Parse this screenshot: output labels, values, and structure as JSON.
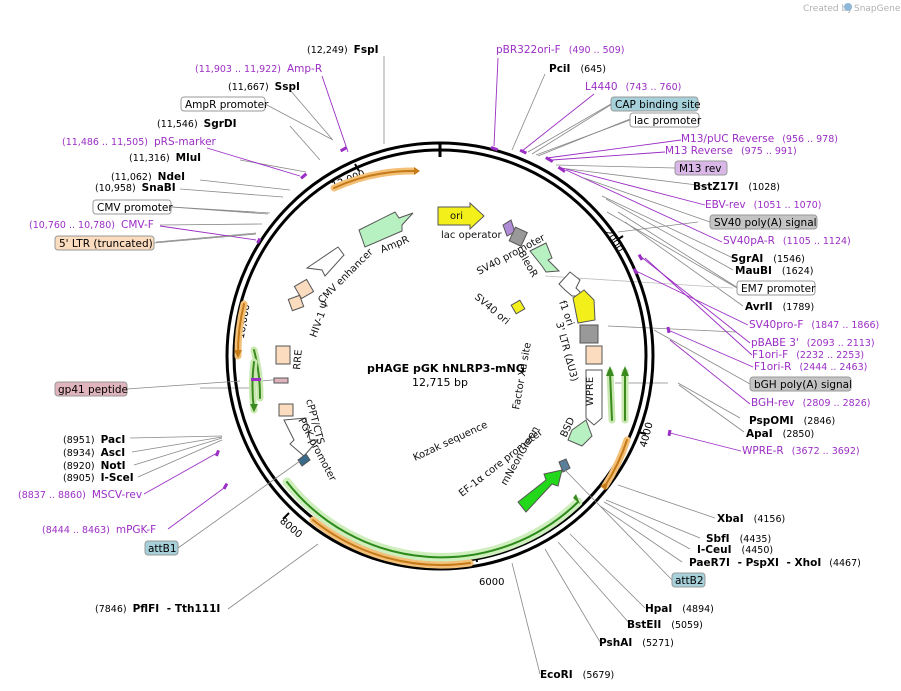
{
  "credit": {
    "created_by": "Created by",
    "brand": "SnapGene",
    "logo_icon": "snapgene-logo-icon"
  },
  "plasmid": {
    "name": "pHAGE pGK hNLRP3-mNG",
    "length_label": "12,715 bp",
    "length": 12715
  },
  "colors": {
    "backbone": "#000000",
    "primer": "#9b2ec4",
    "enzyme_line": "#777777"
  },
  "ticks": [
    {
      "label": "2000",
      "bp": 2000
    },
    {
      "label": "4000",
      "bp": 4000
    },
    {
      "label": "6000",
      "bp": 6000
    },
    {
      "label": "8000",
      "bp": 8000
    },
    {
      "label": "10,000",
      "bp": 10000
    },
    {
      "label": "12,000",
      "bp": 12000
    }
  ],
  "enzymes": [
    {
      "name": "FspI",
      "pos": "(12,249)"
    },
    {
      "name": "SspI",
      "pos": "(11,667)"
    },
    {
      "name": "SgrDI",
      "pos": "(11,546)"
    },
    {
      "name": "MluI",
      "pos": "(11,316)"
    },
    {
      "name": "NdeI",
      "pos": "(11,062)"
    },
    {
      "name": "SnaBI",
      "pos": "(10,958)"
    },
    {
      "name": "PciI",
      "pos": "(645)"
    },
    {
      "name": "BstZ17I",
      "pos": "(1028)"
    },
    {
      "name": "SgrAI",
      "pos": "(1546)"
    },
    {
      "name": "MauBI",
      "pos": "(1624)"
    },
    {
      "name": "AvrII",
      "pos": "(1789)"
    },
    {
      "name": "PspOMI",
      "pos": "(2846)"
    },
    {
      "name": "ApaI",
      "pos": "(2850)"
    },
    {
      "name": "XbaI",
      "pos": "(4156)"
    },
    {
      "name": "SbfI",
      "pos": "(4435)"
    },
    {
      "name": "I-CeuI",
      "pos": "(4450)"
    },
    {
      "name": "PaeR7I",
      "name2": "PspXI",
      "name3": "XhoI",
      "pos": "(4467)"
    },
    {
      "name": "HpaI",
      "pos": "(4894)"
    },
    {
      "name": "BstEII",
      "pos": "(5059)"
    },
    {
      "name": "PshAI",
      "pos": "(5271)"
    },
    {
      "name": "EcoRI",
      "pos": "(5679)"
    },
    {
      "name": "PflFI",
      "name2": "Tth111I",
      "pos": "(7846)"
    },
    {
      "name": "PacI",
      "pos": "(8951)"
    },
    {
      "name": "AscI",
      "pos": "(8934)"
    },
    {
      "name": "NotI",
      "pos": "(8920)"
    },
    {
      "name": "I-SceI",
      "pos": "(8905)"
    }
  ],
  "primers": [
    {
      "name": "Amp-R",
      "range": "(11,903 .. 11,922)"
    },
    {
      "name": "pRS-marker",
      "range": "(11,486 .. 11,505)"
    },
    {
      "name": "CMV-F",
      "range": "(10,760 .. 10,780)"
    },
    {
      "name": "pBR322ori-F",
      "range": "(490 .. 509)"
    },
    {
      "name": "L4440",
      "range": "(743 .. 760)"
    },
    {
      "name": "M13/pUC Reverse",
      "range": "(956 .. 978)"
    },
    {
      "name": "M13 Reverse",
      "range": "(975 .. 991)"
    },
    {
      "name": "EBV-rev",
      "range": "(1051 .. 1070)"
    },
    {
      "name": "SV40pA-R",
      "range": "(1105 .. 1124)"
    },
    {
      "name": "SV40pro-F",
      "range": "(1847 .. 1866)"
    },
    {
      "name": "pBABE 3'",
      "range": "(2093 .. 2113)"
    },
    {
      "name": "F1ori-F",
      "range": "(2232 .. 2253)"
    },
    {
      "name": "F1ori-R",
      "range": "(2444 .. 2463)"
    },
    {
      "name": "BGH-rev",
      "range": "(2809 .. 2826)"
    },
    {
      "name": "WPRE-R",
      "range": "(3672 .. 3692)"
    },
    {
      "name": "MSCV-rev",
      "range": "(8837 .. 8860)"
    },
    {
      "name": "mPGK-F",
      "range": "(8444 .. 8463)"
    }
  ],
  "boxed_labels": [
    {
      "text": "AmpR promoter",
      "color": "#ffffff"
    },
    {
      "text": "CMV promoter",
      "color": "#ffffff"
    },
    {
      "text": "5' LTR (truncated)",
      "color": "#fbdcbf"
    },
    {
      "text": "CAP binding site",
      "color": "#a7d1da"
    },
    {
      "text": "lac promoter",
      "color": "#ffffff"
    },
    {
      "text": "M13 rev",
      "color": "#d9b8e8"
    },
    {
      "text": "SV40 poly(A) signal",
      "color": "#c4c4c4"
    },
    {
      "text": "EM7 promoter",
      "color": "#ffffff"
    },
    {
      "text": "bGH poly(A) signal",
      "color": "#c4c4c4"
    },
    {
      "text": "gp41 peptide",
      "color": "#e0b4bd"
    },
    {
      "text": "attB1",
      "color": "#a7d1da"
    },
    {
      "text": "attB2",
      "color": "#a7d1da"
    }
  ],
  "inner_labels": [
    "ori",
    "lac operator",
    "SV40 promoter",
    "BleoR",
    "SV40 ori",
    "f1 ori",
    "3' LTR (ΔU3)",
    "Factor Xa site",
    "WPRE",
    "BSD",
    "Kozak sequence",
    "EF-1α core promoter",
    "mNeonGreen",
    "AmpR",
    "CMV enhancer",
    "HIV-1 Ψ",
    "RRE",
    "cPPT/CTS",
    "PGK promoter"
  ]
}
